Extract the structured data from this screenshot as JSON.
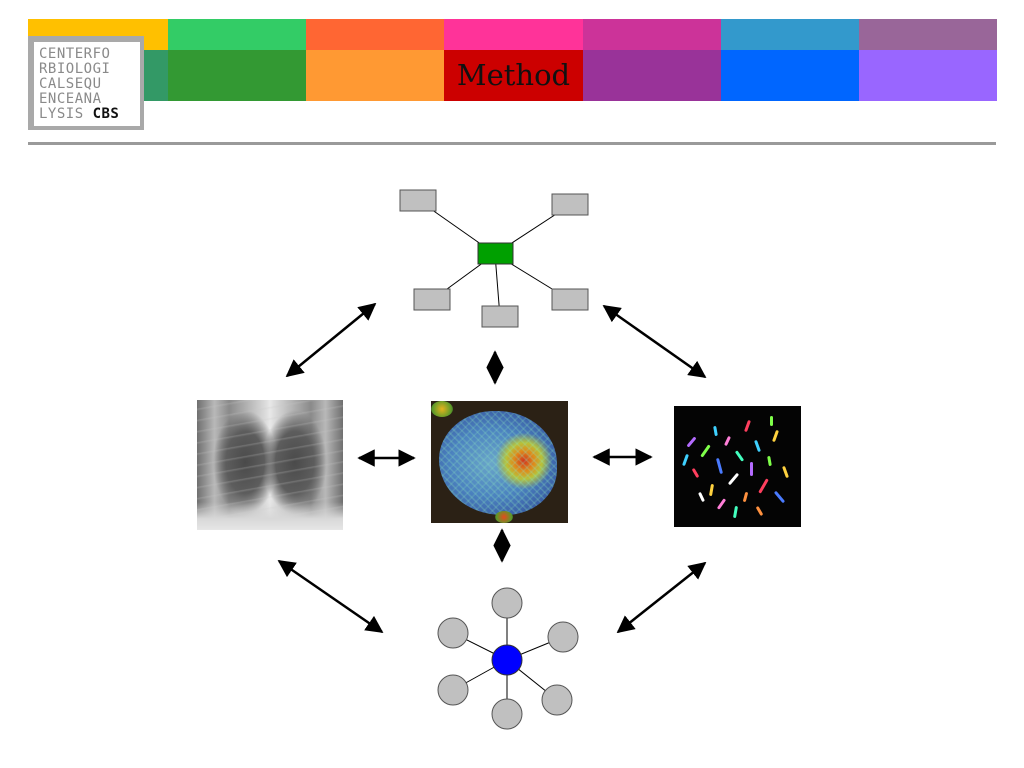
{
  "header": {
    "logo_lines": [
      "CENTERFO",
      "RBIOLOGI",
      "CALSEQU",
      "ENCEANA",
      "LYSIS "
    ],
    "logo_strong": "CBS",
    "title": "Method",
    "band_colors": {
      "top": [
        "#ffc000",
        "#33cc66",
        "#ff6633",
        "#ff3399",
        "#cc3399",
        "#3399cc",
        "#996699"
      ],
      "bottom": [
        "#339966",
        "#339933",
        "#ff9933",
        "#cc0000",
        "#993399",
        "#0066ff",
        "#9966ff"
      ]
    }
  },
  "diagram": {
    "top_hub_color": "#00a000",
    "bottom_hub_color": "#0000ff",
    "satellite_color": "#c0c0c0",
    "nodes": [
      "rectangular-network",
      "chest-xray",
      "cell-micrograph",
      "karyotype",
      "circular-network"
    ]
  }
}
